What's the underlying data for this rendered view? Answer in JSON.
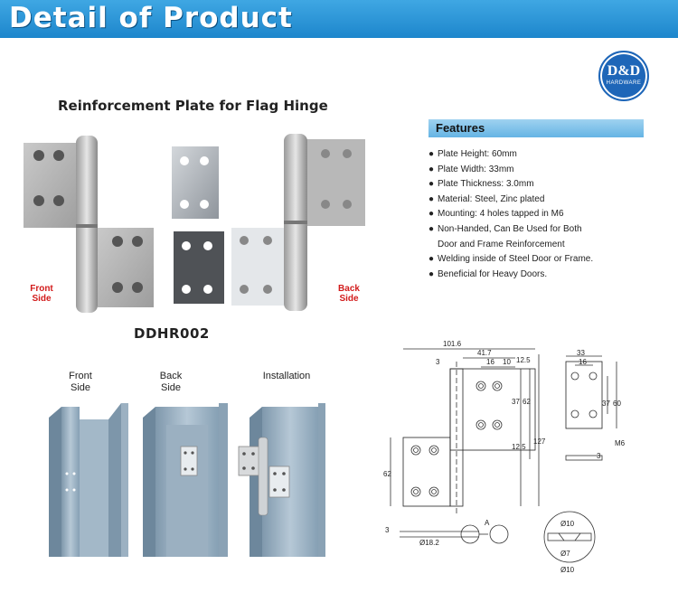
{
  "banner": {
    "title": "Detail of Product"
  },
  "logo": {
    "main": "D&D",
    "sub": "HARDWARE"
  },
  "product": {
    "heading": "Reinforcement Plate for Flag Hinge",
    "model": "DDHR002",
    "front_label": [
      "Front",
      "Side"
    ],
    "back_label": [
      "Back",
      "Side"
    ]
  },
  "features": {
    "title": "Features",
    "items": [
      [
        "Plate Height: 60mm"
      ],
      [
        "Plate Width: 33mm"
      ],
      [
        "Plate Thickness: 3.0mm"
      ],
      [
        "Material: Steel, Zinc plated"
      ],
      [
        "Mounting: 4 holes tapped in M6"
      ],
      [
        "Non-Handed, Can Be Used for Both",
        "Door and Frame Reinforcement"
      ],
      [
        "Welding inside of Steel Door or Frame."
      ],
      [
        "Beneficial for Heavy Doors."
      ]
    ]
  },
  "captions": {
    "front": [
      "Front",
      "Side"
    ],
    "back": [
      "Back",
      "Side"
    ],
    "installation": "Installation"
  },
  "drawing": {
    "dims": [
      "101.6",
      "41.7",
      "16",
      "10",
      "3",
      "12.5",
      "37",
      "62",
      "127",
      "12.5",
      "62",
      "3",
      "18.2",
      "A"
    ],
    "plate_dims": [
      "33",
      "16",
      "37",
      "60",
      "M6",
      "3"
    ],
    "detail_dims": [
      "10",
      "7",
      "10"
    ]
  },
  "colors": {
    "banner": "#2a95d8",
    "features_bar": "#7cc0ea",
    "accent_red": "#d21b1b",
    "logo": "#1e66b8"
  }
}
